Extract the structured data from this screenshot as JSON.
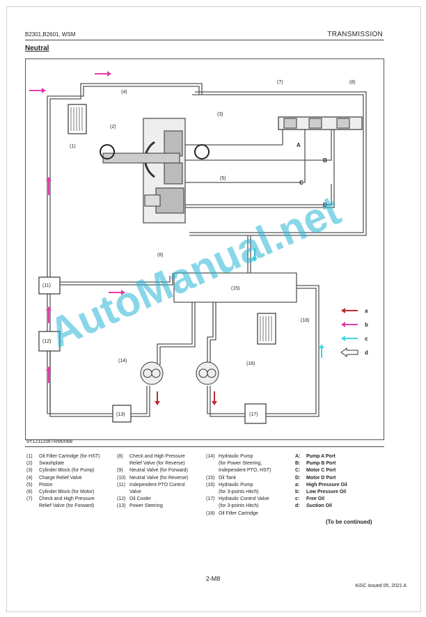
{
  "header": {
    "model": "B2301,B2601, WSM",
    "section": "TRANSMISSION"
  },
  "title": "Neutral",
  "figure_code": "9Y1211156TRM006B",
  "callouts": {
    "n1": "(1)",
    "n2": "(2)",
    "n3": "(3)",
    "n4": "(4)",
    "n5": "(5)",
    "n6": "(6)",
    "n7": "(7)",
    "n8": "(8)",
    "n11": "(11)",
    "n12": "(12)",
    "n13": "(13)",
    "n14": "(14)",
    "n15": "(15)",
    "n16": "(16)",
    "n17": "(17)",
    "n18": "(18)",
    "A": "A",
    "B": "B",
    "C": "C",
    "D": "D"
  },
  "key": {
    "a": "a",
    "b": "b",
    "c": "c",
    "d": "d"
  },
  "colors": {
    "high_pressure": "#c0282d",
    "low_pressure": "#e43aa8",
    "free_oil": "#3fd6df",
    "suction": "#ffffff"
  },
  "legend_col1": [
    {
      "num": "(1)",
      "text": "Oil Filter Cartridge (for HST)"
    },
    {
      "num": "(2)",
      "text": "Swashplate"
    },
    {
      "num": "(3)",
      "text": "Cylinder Block (for Pump)"
    },
    {
      "num": "(4)",
      "text": "Charge Relief Valve"
    },
    {
      "num": "(5)",
      "text": "Piston"
    },
    {
      "num": "(6)",
      "text": "Cylinder Block (for Motor)"
    },
    {
      "num": "(7)",
      "text": "Check and High Pressure\nRelief Valve (for Forward)"
    }
  ],
  "legend_col2": [
    {
      "num": "(8)",
      "text": "Check and High Pressure\nRelief Valve (for Reverse)"
    },
    {
      "num": "(9)",
      "text": "Neutral Valve (for Forward)"
    },
    {
      "num": "(10)",
      "text": "Neutral Valve (for Reverse)"
    },
    {
      "num": "(11)",
      "text": "Independent PTO Control\nValve"
    },
    {
      "num": "(12)",
      "text": "Oil Cooler"
    },
    {
      "num": "(13)",
      "text": "Power Steering"
    }
  ],
  "legend_col3": [
    {
      "num": "(14)",
      "text": "Hydraulic Pump\n(for Power Steering,\nIndependent PTO, HST)"
    },
    {
      "num": "(15)",
      "text": "Oil Tank"
    },
    {
      "num": "(16)",
      "text": "Hydraulic Pump\n(for 3-points Hitch)"
    },
    {
      "num": "(17)",
      "text": "Hydraulic Control Valve\n(for 3-points Hitch)"
    },
    {
      "num": "(18)",
      "text": "Oil Filter Cartridge"
    }
  ],
  "ports": [
    {
      "key": "A:",
      "text": "Pump A Port"
    },
    {
      "key": "B:",
      "text": "Pump B Port"
    },
    {
      "key": "C:",
      "text": "Motor C Port"
    },
    {
      "key": "D:",
      "text": "Motor D Port"
    },
    {
      "key": "a:",
      "text": "High Pressure Oil"
    },
    {
      "key": "b:",
      "text": "Low Pressure Oil"
    },
    {
      "key": "c:",
      "text": "Free Oil"
    },
    {
      "key": "d:",
      "text": "Suction Oil"
    }
  ],
  "continued": "(To be continued)",
  "page_number": "2-M8",
  "footer": "KiSC issued 05, 2021 A",
  "watermark": "AutoManual.net"
}
